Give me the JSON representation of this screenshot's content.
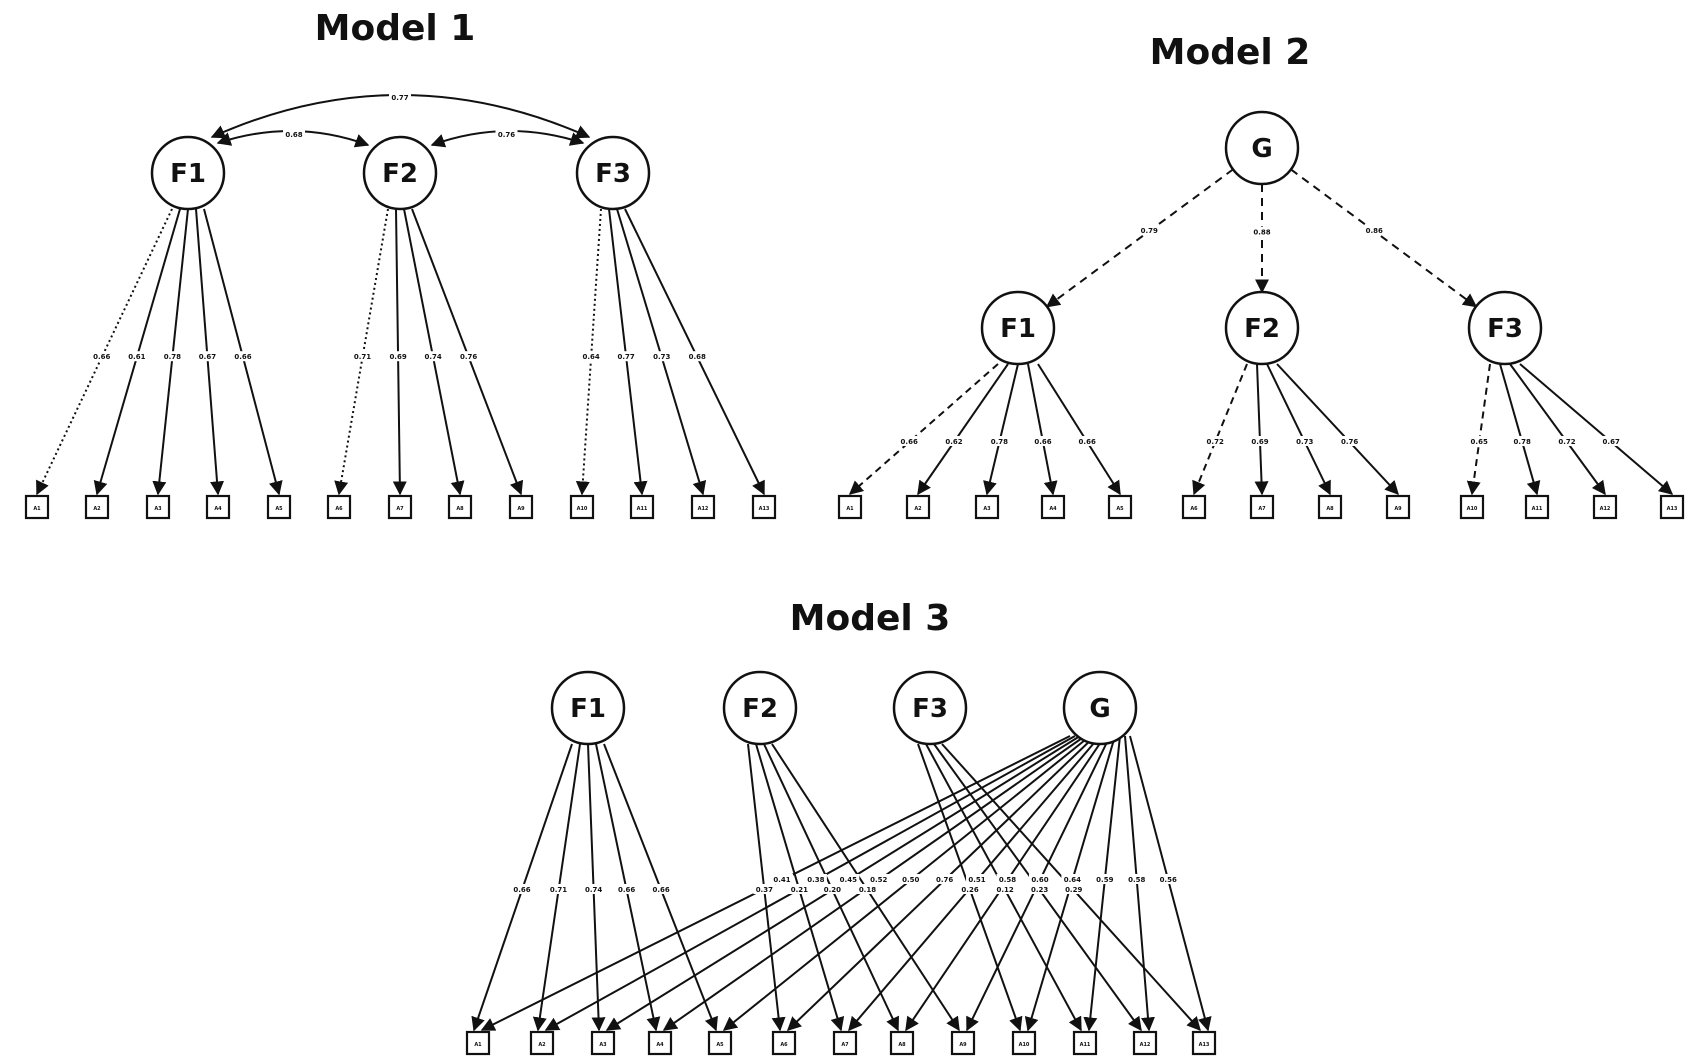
{
  "models": [
    {
      "title": "Model 1",
      "factors": [
        "F1",
        "F2",
        "F3"
      ],
      "correlations": [
        {
          "from": "F1",
          "to": "F2",
          "value": "0.68"
        },
        {
          "from": "F2",
          "to": "F3",
          "value": "0.76"
        },
        {
          "from": "F1",
          "to": "F3",
          "value": "0.77"
        }
      ],
      "groups": [
        {
          "factor": "F1",
          "items": [
            "A1",
            "A2",
            "A3",
            "A4",
            "A5"
          ],
          "loadings": [
            "0.66",
            "0.61",
            "0.78",
            "0.67",
            "0.66"
          ]
        },
        {
          "factor": "F2",
          "items": [
            "A6",
            "A7",
            "A8",
            "A9"
          ],
          "loadings": [
            "0.71",
            "0.69",
            "0.74",
            "0.76"
          ]
        },
        {
          "factor": "F3",
          "items": [
            "A10",
            "A11",
            "A12",
            "A13"
          ],
          "loadings": [
            "0.64",
            "0.77",
            "0.73",
            "0.68"
          ]
        }
      ]
    },
    {
      "title": "Model 2",
      "general": "G",
      "factors": [
        "F1",
        "F2",
        "F3"
      ],
      "general_loadings": [
        "0.79",
        "0.88",
        "0.86"
      ],
      "groups": [
        {
          "factor": "F1",
          "items": [
            "A1",
            "A2",
            "A3",
            "A4",
            "A5"
          ],
          "loadings": [
            "0.66",
            "0.62",
            "0.78",
            "0.66",
            "0.66"
          ]
        },
        {
          "factor": "F2",
          "items": [
            "A6",
            "A7",
            "A8",
            "A9"
          ],
          "loadings": [
            "0.72",
            "0.69",
            "0.73",
            "0.76"
          ]
        },
        {
          "factor": "F3",
          "items": [
            "A10",
            "A11",
            "A12",
            "A13"
          ],
          "loadings": [
            "0.65",
            "0.78",
            "0.72",
            "0.67"
          ]
        }
      ]
    },
    {
      "title": "Model 3",
      "general": "G",
      "factors": [
        "F1",
        "F2",
        "F3"
      ],
      "items": [
        "A1",
        "A2",
        "A3",
        "A4",
        "A5",
        "A6",
        "A7",
        "A8",
        "A9",
        "A10",
        "A11",
        "A12",
        "A13"
      ],
      "specific_loadings": [
        "0.66",
        "0.71",
        "0.74",
        "0.66",
        "0.66",
        "0.37",
        "0.21",
        "0.20",
        "0.18",
        "0.26",
        "0.12",
        "0.23",
        "0.29"
      ],
      "general_loadings": [
        "0.41",
        "0.38",
        "0.45",
        "0.52",
        "0.50",
        "0.76",
        "0.51",
        "0.58",
        "0.60",
        "0.64",
        "0.59",
        "0.58",
        "0.56"
      ]
    }
  ]
}
